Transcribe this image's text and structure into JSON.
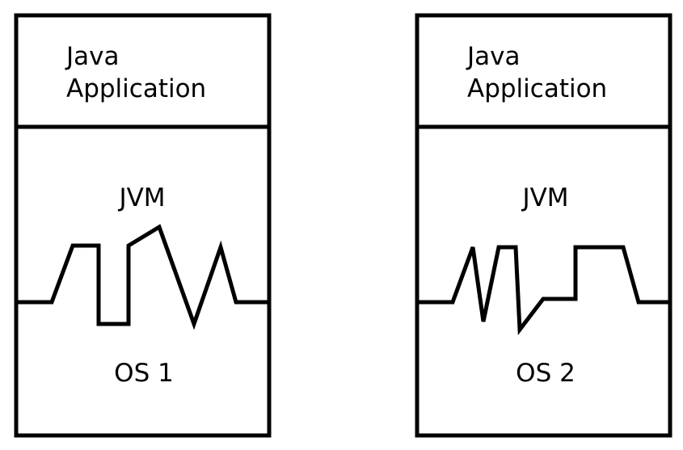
{
  "stacks": [
    {
      "app_line1": "Java",
      "app_line2": "Application",
      "jvm": "JVM",
      "os": "OS 1"
    },
    {
      "app_line1": "Java",
      "app_line2": "Application",
      "jvm": "JVM",
      "os": "OS 2"
    }
  ],
  "colors": {
    "stroke": "#000000",
    "background": "#ffffff"
  }
}
